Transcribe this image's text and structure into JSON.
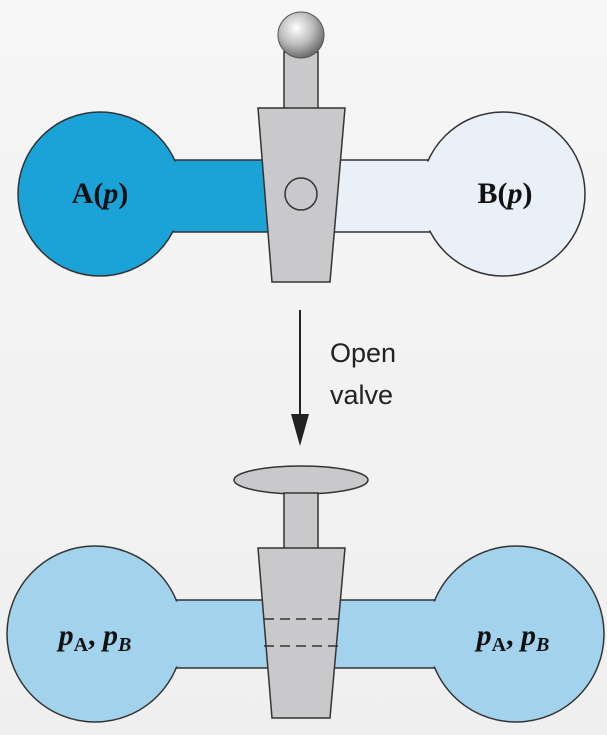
{
  "diagram": {
    "top": {
      "left_bulb": {
        "label_main": "A",
        "label_arg": "p",
        "color": "#1ba3d8"
      },
      "right_bulb": {
        "label_main": "B",
        "label_arg": "p",
        "color": "#e9f0f7"
      },
      "valve_state": "closed"
    },
    "arrow": {
      "line1": "Open",
      "line2": "valve"
    },
    "bottom": {
      "left_label": {
        "p1": "p",
        "s1": "A",
        "sep": ", ",
        "p2": "p",
        "s2": "B"
      },
      "right_label": {
        "p1": "p",
        "s1": "A",
        "sep": ", ",
        "p2": "p",
        "s2": "B"
      },
      "fill_color": "#a2d2ec",
      "valve_state": "open"
    },
    "colors": {
      "outline": "#333333",
      "valve_gray": "#c9c9cc",
      "background": "#f4f4f4"
    }
  }
}
